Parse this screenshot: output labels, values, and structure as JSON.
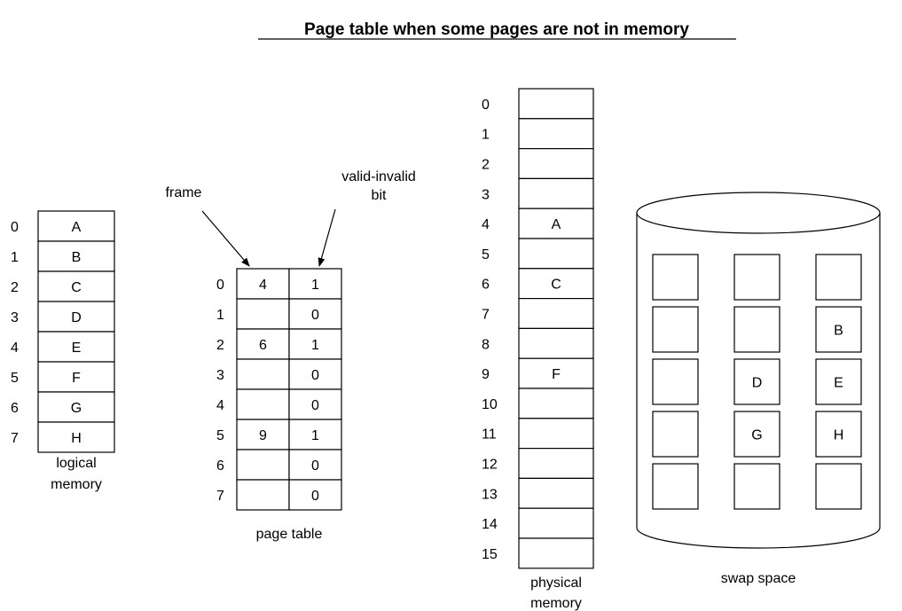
{
  "title": "Page table when some pages are not in memory",
  "logical_memory": {
    "caption_line1": "logical",
    "caption_line2": "memory",
    "indices": [
      "0",
      "1",
      "2",
      "3",
      "4",
      "5",
      "6",
      "7"
    ],
    "pages": [
      "A",
      "B",
      "C",
      "D",
      "E",
      "F",
      "G",
      "H"
    ]
  },
  "page_table": {
    "caption": "page table",
    "frame_label": "frame",
    "valid_label_line1": "valid-invalid",
    "valid_label_line2": "bit",
    "indices": [
      "0",
      "1",
      "2",
      "3",
      "4",
      "5",
      "6",
      "7"
    ],
    "frames": [
      "4",
      "",
      "6",
      "",
      "",
      "9",
      "",
      ""
    ],
    "valid_bits": [
      "1",
      "0",
      "1",
      "0",
      "0",
      "1",
      "0",
      "0"
    ]
  },
  "physical_memory": {
    "caption_line1": "physical",
    "caption_line2": "memory",
    "indices": [
      "0",
      "1",
      "2",
      "3",
      "4",
      "5",
      "6",
      "7",
      "8",
      "9",
      "10",
      "11",
      "12",
      "13",
      "14",
      "15"
    ],
    "contents": [
      "",
      "",
      "",
      "",
      "A",
      "",
      "C",
      "",
      "",
      "F",
      "",
      "",
      "",
      "",
      "",
      ""
    ]
  },
  "swap_space": {
    "caption": "swap space",
    "grid": [
      [
        "",
        "",
        ""
      ],
      [
        "",
        "",
        "B"
      ],
      [
        "",
        "D",
        "E"
      ],
      [
        "",
        "G",
        "H"
      ],
      [
        "",
        "",
        ""
      ]
    ]
  },
  "colors": {
    "stroke": "#000000",
    "background": "#ffffff"
  }
}
